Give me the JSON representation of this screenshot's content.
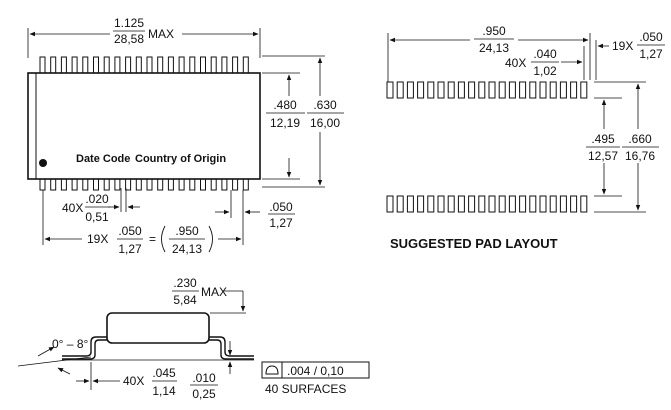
{
  "package_top": {
    "overall_length": {
      "inch": "1.125",
      "mm": "28,58",
      "suffix": "MAX"
    },
    "body_width": {
      "inch": ".480",
      "mm": "12,19"
    },
    "lead_span": {
      "inch": ".630",
      "mm": "16,00"
    },
    "lead_pitch_gap": {
      "inch": ".050",
      "mm": "1,27"
    },
    "lead_width": {
      "count": "40X",
      "inch": ".020",
      "mm": "0,51"
    },
    "pitch_total": {
      "count": "19X",
      "inch": ".050",
      "mm": "1,27",
      "eq": "=",
      "total_inch": ".950",
      "total_mm": "24,13"
    },
    "marking_date": "Date Code",
    "marking_country": "Country of Origin"
  },
  "pad_layout": {
    "row_length": {
      "inch": ".950",
      "mm": "24,13"
    },
    "pad_width": {
      "count": "40X",
      "inch": ".040",
      "mm": "1,02"
    },
    "pad_pitch": {
      "count": "19X",
      "inch": ".050",
      "mm": "1,27"
    },
    "inner_gap": {
      "inch": ".495",
      "mm": "12,57"
    },
    "outer_span": {
      "inch": ".660",
      "mm": "16,76"
    },
    "title": "SUGGESTED PAD LAYOUT"
  },
  "side_view": {
    "height": {
      "inch": ".230",
      "mm": "5,84",
      "suffix": "MAX"
    },
    "angle": "0° – 8°",
    "foot_length": {
      "count": "40X",
      "inch": ".045",
      "mm": "1,14"
    },
    "standoff": {
      "inch": ".010",
      "mm": "0,25"
    },
    "coplanarity": {
      "symbol": "⌓",
      "value": ".004 / 0,10",
      "note": "40 SURFACES"
    }
  }
}
